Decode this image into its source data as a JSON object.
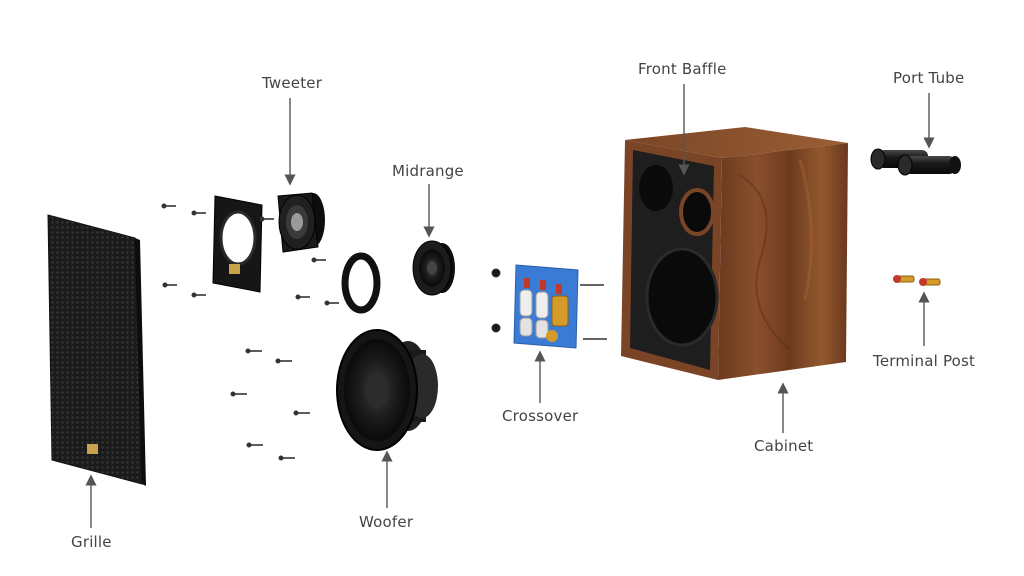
{
  "labels": {
    "tweeter": "Tweeter",
    "midrange": "Midrange",
    "front_baffle": "Front Baffle",
    "port_tube": "Port Tube",
    "terminal_post": "Terminal Post",
    "crossover": "Crossover",
    "cabinet": "Cabinet",
    "woofer": "Woofer",
    "grille": "Grille"
  },
  "colors": {
    "label_text": "#444444",
    "leader_line": "#555555",
    "grille": "#1b1b1b",
    "driver_black": "#141414",
    "walnut": "#7a4526",
    "walnut_dark": "#5a2f17",
    "baffle": "#1e1e1e",
    "pcb": "#3a7bd5",
    "gold": "#d49a2a",
    "logo_gold": "#c9a24b"
  },
  "icons": {
    "arrow": "arrow-down-icon"
  }
}
